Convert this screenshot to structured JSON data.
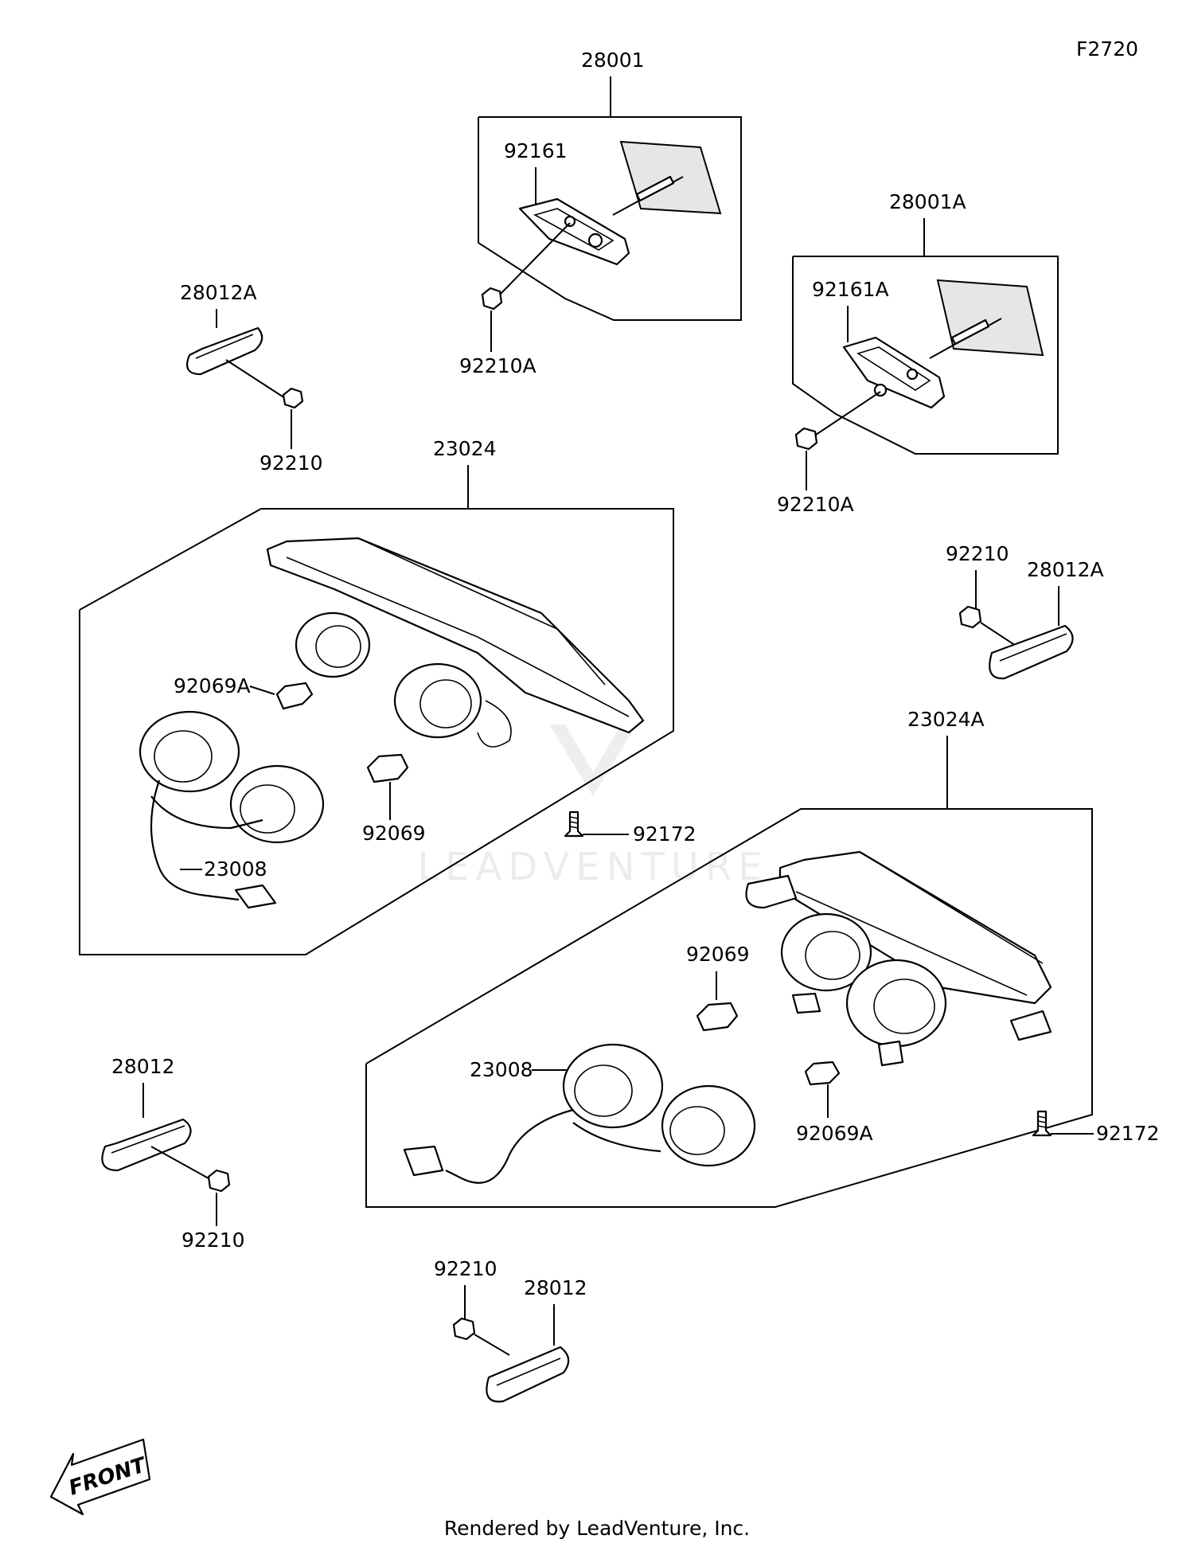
{
  "diagram_code": "F2720",
  "watermark": "LEADVENTURE",
  "footer": "Rendered by LeadVenture, Inc.",
  "front_label": "FRONT",
  "labels": {
    "p28001": "28001",
    "p92161": "92161",
    "p92210A_top": "92210A",
    "p28001A": "28001A",
    "p92161A": "92161A",
    "p92210A_right": "92210A",
    "p28012A_left": "28012A",
    "p92210_left_top": "92210",
    "p23024": "23024",
    "p92069A_left": "92069A",
    "p92069_left": "92069",
    "p23008_left": "23008",
    "p92172_mid": "92172",
    "p92210_right": "92210",
    "p28012A_right": "28012A",
    "p23024A": "23024A",
    "p92069_right": "92069",
    "p23008_right": "23008",
    "p92069A_right": "92069A",
    "p92172_right": "92172",
    "p28012_left": "28012",
    "p92210_left_bottom": "92210",
    "p92210_bottom": "92210",
    "p28012_bottom": "28012"
  }
}
